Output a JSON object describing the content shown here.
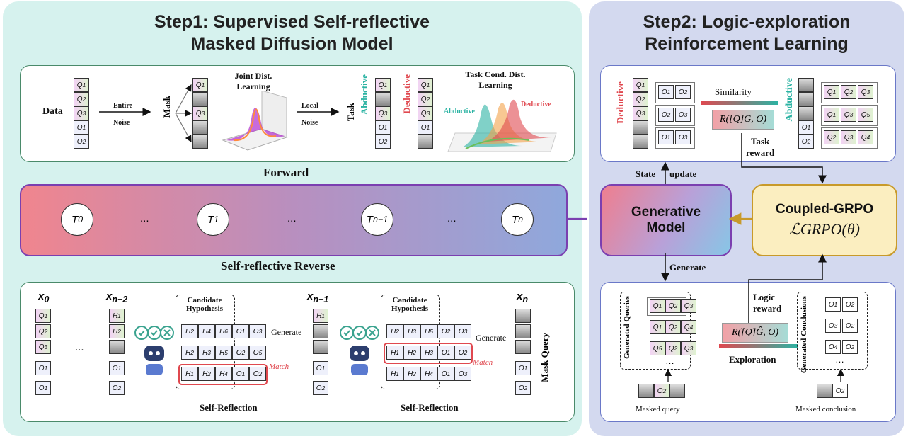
{
  "step1": {
    "title": "Step1: Supervised Self-reflective\nMasked Diffusion Model",
    "data_label": "Data",
    "entire_noise_1": "Entire",
    "entire_noise_2": "Noise",
    "mask_label": "Mask",
    "joint_1": "Joint Dist.",
    "joint_2": "Learning",
    "local_1": "Local",
    "local_2": "Noise",
    "task_label": "Task",
    "abductive": "Abductive",
    "deductive": "Deductive",
    "task_cond_1": "Task Cond. Dist.",
    "task_cond_2": "Learning",
    "surface_abductive": "Abductive",
    "surface_deductive": "Deductive",
    "forward": "Forward",
    "reverse": "Self-reflective Reverse",
    "t0": "T",
    "t0sub": "0",
    "t1": "T",
    "t1sub": "1",
    "tn1": "T",
    "tn1sub": "n−1",
    "tn": "T",
    "tnsub": "n",
    "dots": "...",
    "x0": "x",
    "x0sub": "0",
    "xn2": "x",
    "xn2sub": "n−2",
    "xn1": "x",
    "xn1sub": "n−1",
    "xn": "x",
    "xnsub": "n",
    "candidate_1": "Candidate",
    "candidate_2": "Hypothesis",
    "generate": "Generate",
    "match": "Match",
    "self_reflection": "Self-Reflection",
    "mask_query": "Mask Query"
  },
  "step2": {
    "title": "Step2: Logic-exploration\nReinforcement Learning",
    "deductive": "Deductive",
    "abductive": "Abductive",
    "similarity": "Similarity",
    "reward_formula": "R([Q]G, O)",
    "task_reward_1": "Task",
    "task_reward_2": "reward",
    "state": "State",
    "update": "update",
    "generative_1": "Generative",
    "generative_2": "Model",
    "coupled": "Coupled-GRPO",
    "loss": "ℒGRPO(θ)",
    "generate": "Generate",
    "logic_1": "Logic",
    "logic_2": "reward",
    "generated_queries": "Generated Queries",
    "generated_conclusions": "Generated Conclusions",
    "exploration": "Exploration",
    "reward_formula_2": "R([Q]Ĝ, O)",
    "masked_query": "Masked query",
    "masked_conclusion": "Masked conclusion"
  },
  "colors": {
    "panel1": "#d6f2ee",
    "panel2": "#d3d9ef",
    "abductive": "#2bb3a3",
    "deductive": "#e0484f",
    "coupled_bg": "#fbeec0",
    "coupled_border": "#c89a2a"
  }
}
